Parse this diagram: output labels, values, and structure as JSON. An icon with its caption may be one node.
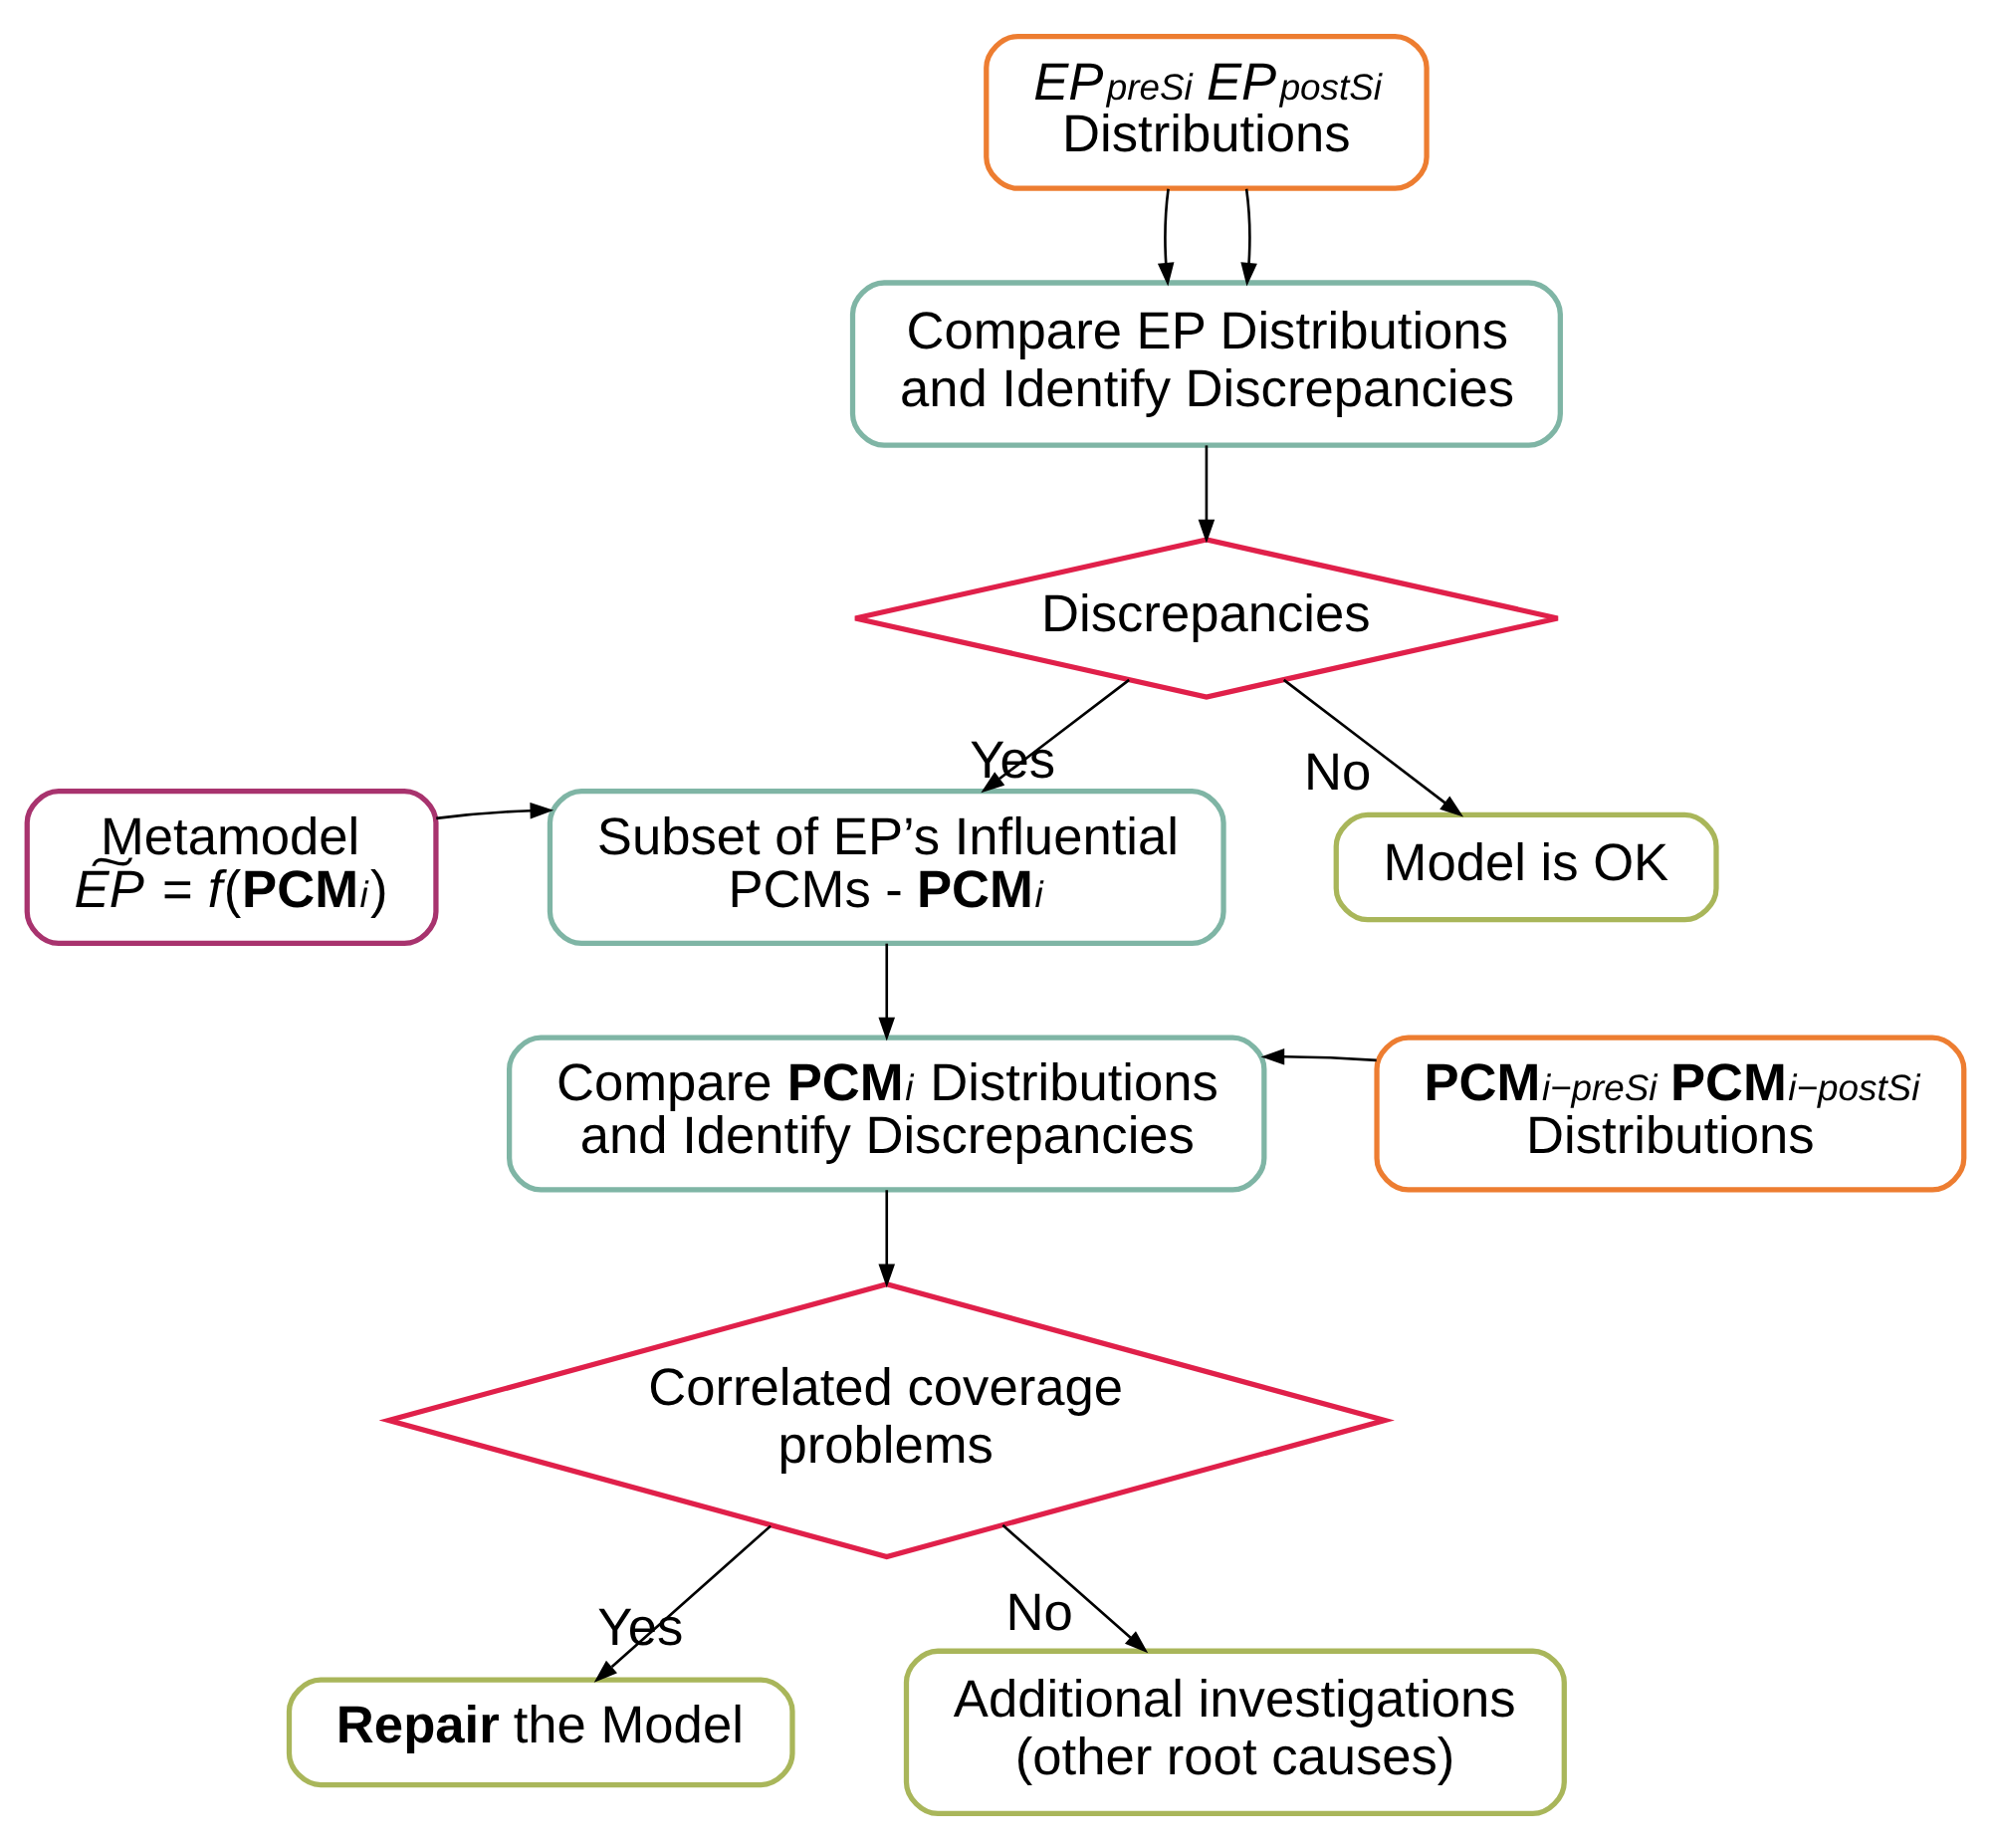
{
  "diagram": {
    "nodes": [
      {
        "text": [
          "*EP*$_{preSi}$ *EP*$_{postSi}$",
          "Distributions"
        ]
      },
      {
        "text": [
          "Compare EP Distributions and Identify Discrepancies"
        ]
      },
      {
        "text": [
          "Discrepancies"
        ]
      },
      {
        "text": [
          "Subset of EP’s Influential PCMs - **PCM**$_{i}$"
        ]
      },
      {
        "text": [
          "Model is OK"
        ]
      },
      {
        "text": [
          "Metamodel",
          "*E͠P* = *f*(**PCM**$_{i}$)"
        ]
      },
      {
        "text": [
          "Compare **PCM**$_{i}$ Distributions and Identify Discrepancies"
        ]
      },
      {
        "text": [
          "**PCM**$_{i−preSi}$ **PCM**$_{i−postSi}$",
          "Distributions"
        ]
      },
      {
        "text": [
          "Correlated coverage problems"
        ]
      },
      {
        "text": [
          "**Repair** the Model"
        ]
      },
      {
        "text": [
          "Additional investigations (other root causes)"
        ]
      }
    ],
    "edges": [
      {
        "from": 0,
        "to": 1,
        "arrow": "to"
      },
      {
        "from": 0,
        "to": 1,
        "arrow": "to"
      },
      {
        "from": 1,
        "to": 2,
        "arrow": "to"
      },
      {
        "from": 2,
        "to": 3,
        "label": "Yes",
        "arrow": "to"
      },
      {
        "from": 2,
        "to": 4,
        "label": "No",
        "arrow": "to"
      },
      {
        "from": 5,
        "to": 3,
        "arrow": "to"
      },
      {
        "from": 3,
        "to": 6,
        "arrow": "to"
      },
      {
        "from": 7,
        "to": 6,
        "arrow": "to"
      },
      {
        "from": 6,
        "to": 8,
        "arrow": "to"
      },
      {
        "from": 8,
        "to": 9,
        "label": "Yes",
        "arrow": "to"
      },
      {
        "from": 8,
        "to": 10,
        "label": "No",
        "arrow": "to"
      }
    ]
  }
}
